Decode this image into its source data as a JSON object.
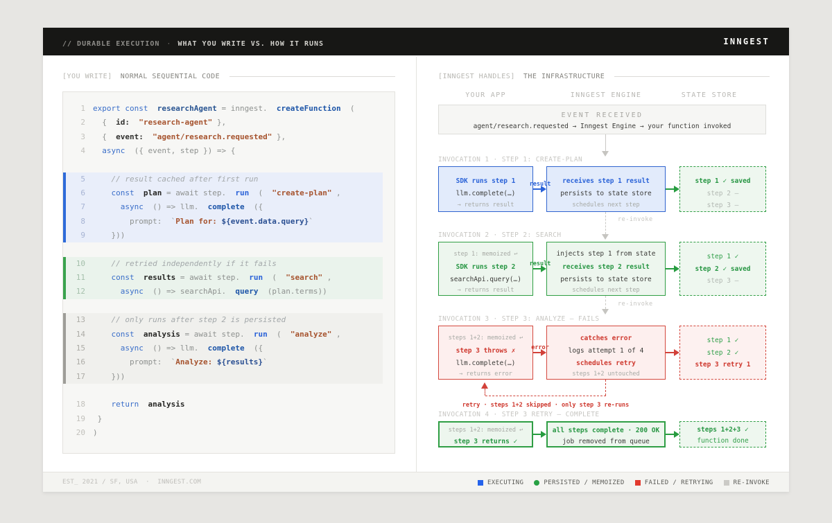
{
  "topbar": {
    "kicker_dim": "// DURABLE EXECUTION",
    "separator": "·",
    "kicker_bright": "WHAT YOU WRITE VS. HOW IT RUNS",
    "logo": "INNGEST"
  },
  "left_panel": {
    "tag": "[YOU WRITE]",
    "title": "NORMAL SEQUENTIAL CODE",
    "code": {
      "blocks": [
        {
          "type": "plain",
          "rows": [
            {
              "n": "1",
              "s": [
                [
                  "kw",
                  "export const"
                ],
                [
                  "pl",
                  "  "
                ],
                [
                  "id",
                  "researchAgent"
                ],
                [
                  "pl",
                  " = inngest.  "
                ],
                [
                  "fn",
                  "createFunction"
                ],
                [
                  "pl",
                  "  ("
                ]
              ]
            },
            {
              "n": "2",
              "s": [
                [
                  "pl",
                  "  {  "
                ],
                [
                  "key",
                  "id:"
                ],
                [
                  "pl",
                  "  "
                ],
                [
                  "str",
                  "\"research-agent\""
                ],
                [
                  "pl",
                  " },"
                ]
              ]
            },
            {
              "n": "3",
              "s": [
                [
                  "pl",
                  "  {  "
                ],
                [
                  "key",
                  "event:"
                ],
                [
                  "pl",
                  "  "
                ],
                [
                  "str",
                  "\"agent/research.requested\""
                ],
                [
                  "pl",
                  " },"
                ]
              ]
            },
            {
              "n": "4",
              "s": [
                [
                  "pl",
                  "  "
                ],
                [
                  "kw",
                  "async"
                ],
                [
                  "pl",
                  "  ({ event, step }) => {"
                ]
              ]
            },
            {
              "n": "",
              "s": []
            }
          ]
        },
        {
          "type": "blue",
          "rows": [
            {
              "n": "5",
              "s": [
                [
                  "pl",
                  "    "
                ],
                [
                  "cm",
                  "// result cached after first run"
                ]
              ]
            },
            {
              "n": "6",
              "s": [
                [
                  "pl",
                  "    "
                ],
                [
                  "kw",
                  "const"
                ],
                [
                  "pl",
                  "  "
                ],
                [
                  "var",
                  "plan"
                ],
                [
                  "pl",
                  " = await step.  "
                ],
                [
                  "fn2",
                  "run"
                ],
                [
                  "pl",
                  "  (  "
                ],
                [
                  "str",
                  "\"create-plan\""
                ],
                [
                  "pl",
                  " ,"
                ]
              ]
            },
            {
              "n": "7",
              "s": [
                [
                  "pl",
                  "      "
                ],
                [
                  "kw",
                  "async"
                ],
                [
                  "pl",
                  "  () => llm.  "
                ],
                [
                  "fn",
                  "complete"
                ],
                [
                  "pl",
                  "  ({"
                ]
              ]
            },
            {
              "n": "8",
              "s": [
                [
                  "pl",
                  "        prompt:  `"
                ],
                [
                  "strt",
                  "Plan for: "
                ],
                [
                  "expr",
                  "${event.data.query}"
                ],
                [
                  "pl",
                  "`"
                ]
              ]
            },
            {
              "n": "9",
              "s": [
                [
                  "pl",
                  "    }))"
                ]
              ]
            }
          ]
        },
        {
          "type": "plain",
          "rows": [
            {
              "n": "",
              "s": []
            }
          ]
        },
        {
          "type": "green",
          "rows": [
            {
              "n": "10",
              "s": [
                [
                  "pl",
                  "    "
                ],
                [
                  "cm",
                  "// retried independently if it fails"
                ]
              ]
            },
            {
              "n": "11",
              "s": [
                [
                  "pl",
                  "    "
                ],
                [
                  "kw",
                  "const"
                ],
                [
                  "pl",
                  "  "
                ],
                [
                  "var",
                  "results"
                ],
                [
                  "pl",
                  " = await step.  "
                ],
                [
                  "fn2",
                  "run"
                ],
                [
                  "pl",
                  "  (  "
                ],
                [
                  "str",
                  "\"search\""
                ],
                [
                  "pl",
                  " ,"
                ]
              ]
            },
            {
              "n": "12",
              "s": [
                [
                  "pl",
                  "      "
                ],
                [
                  "kw",
                  "async"
                ],
                [
                  "pl",
                  "  () => searchApi.  "
                ],
                [
                  "fn",
                  "query"
                ],
                [
                  "pl",
                  "  (plan.terms))"
                ]
              ]
            }
          ]
        },
        {
          "type": "plain",
          "rows": [
            {
              "n": "",
              "s": []
            }
          ]
        },
        {
          "type": "gray",
          "rows": [
            {
              "n": "13",
              "s": [
                [
                  "pl",
                  "    "
                ],
                [
                  "cm",
                  "// only runs after step 2 is persisted"
                ]
              ]
            },
            {
              "n": "14",
              "s": [
                [
                  "pl",
                  "    "
                ],
                [
                  "kw",
                  "const"
                ],
                [
                  "pl",
                  "  "
                ],
                [
                  "var",
                  "analysis"
                ],
                [
                  "pl",
                  " = await step.  "
                ],
                [
                  "fn2",
                  "run"
                ],
                [
                  "pl",
                  "  (  "
                ],
                [
                  "str",
                  "\"analyze\""
                ],
                [
                  "pl",
                  " ,"
                ]
              ]
            },
            {
              "n": "15",
              "s": [
                [
                  "pl",
                  "      "
                ],
                [
                  "kw",
                  "async"
                ],
                [
                  "pl",
                  "  () => llm.  "
                ],
                [
                  "fn",
                  "complete"
                ],
                [
                  "pl",
                  "  ({"
                ]
              ]
            },
            {
              "n": "16",
              "s": [
                [
                  "pl",
                  "        prompt:  `"
                ],
                [
                  "strt",
                  "Analyze: "
                ],
                [
                  "expr",
                  "${results}"
                ],
                [
                  "pl",
                  "`"
                ]
              ]
            },
            {
              "n": "17",
              "s": [
                [
                  "pl",
                  "    }))"
                ]
              ]
            }
          ]
        },
        {
          "type": "plain",
          "rows": [
            {
              "n": "",
              "s": []
            },
            {
              "n": "18",
              "s": [
                [
                  "pl",
                  "    "
                ],
                [
                  "kw",
                  "return"
                ],
                [
                  "pl",
                  "  "
                ],
                [
                  "var",
                  "analysis"
                ]
              ]
            },
            {
              "n": "19",
              "s": [
                [
                  "pl",
                  " }"
                ]
              ]
            },
            {
              "n": "20",
              "s": [
                [
                  "pl",
                  ")"
                ]
              ]
            }
          ]
        }
      ]
    }
  },
  "right_panel": {
    "tag": "[INNGEST HANDLES]",
    "title": "THE INFRASTRUCTURE",
    "columns": [
      "YOUR APP",
      "INNGEST ENGINE",
      "STATE STORE"
    ],
    "event": {
      "heading": "EVENT RECEIVED",
      "message": "agent/research.requested → Inngest Engine → your function invoked"
    },
    "reinvoke_label": "re-invoke",
    "retry_label": "retry · steps 1+2 skipped · only step 3 re-runs",
    "invocations": [
      {
        "label": "INVOCATION 1 · STEP 1: CREATE-PLAN",
        "color": "blue",
        "store_color": "green",
        "thick": false,
        "arrow1_label": "result",
        "arrow1_color": "blue",
        "arrow2_color": "green",
        "app": [
          {
            "c": "tl-blue lh19",
            "t": "SDK runs step 1"
          },
          {
            "c": "ln-dark lh18",
            "t": "llm.complete(…)"
          },
          {
            "c": "ln-grays lh14",
            "t": "→ returns result"
          }
        ],
        "engine": [
          {
            "c": "tl-blue lh19",
            "t": "receives step 1 result"
          },
          {
            "c": "ln-dark lh18",
            "t": "persists to state store"
          },
          {
            "c": "ln-grays lh14",
            "t": "schedules next step"
          }
        ],
        "store": [
          {
            "c": "tl-green lh19",
            "t": "step 1 ✓ saved"
          },
          {
            "c": "ln-graym lh17",
            "t": "step 2 —"
          },
          {
            "c": "ln-graym lh17",
            "t": "step 3 —"
          }
        ]
      },
      {
        "label": "INVOCATION 2 · STEP 2: SEARCH",
        "color": "green",
        "store_color": "green",
        "thick": false,
        "arrow1_label": "result",
        "arrow1_color": "green",
        "arrow2_color": "green",
        "app": [
          {
            "c": "ln-grays lh18",
            "t": "step 1: memoized ↩"
          },
          {
            "c": "tl-green lh19",
            "t": "SDK runs step 2"
          },
          {
            "c": "ln-dark lh18",
            "t": "searchApi.query(…)"
          },
          {
            "c": "ln-grays lh12",
            "t": "→ returns result"
          }
        ],
        "engine": [
          {
            "c": "ln-dark lh18",
            "t": "injects step 1 from state"
          },
          {
            "c": "tl-green lh19",
            "t": "receives step 2 result"
          },
          {
            "c": "ln-dark lh18",
            "t": "persists to state store"
          },
          {
            "c": "ln-grays lh12",
            "t": "schedules next step"
          }
        ],
        "store": [
          {
            "c": "ln-greenm lh19",
            "t": "step 1 ✓"
          },
          {
            "c": "tl-green lh17",
            "t": "step 2 ✓ saved"
          },
          {
            "c": "ln-graym lh17",
            "t": "step 3 —"
          }
        ]
      },
      {
        "label": "INVOCATION 3 · STEP 3: ANALYZE — FAILS",
        "color": "red",
        "store_color": "red",
        "thick": false,
        "arrow1_label": "error",
        "arrow1_color": "red",
        "arrow2_color": "red",
        "app": [
          {
            "c": "ln-grays lh18",
            "t": "steps 1+2: memoized ↩"
          },
          {
            "c": "tl-red lh19",
            "t": "step 3 throws ✗"
          },
          {
            "c": "ln-dark lh18",
            "t": "llm.complete(…)"
          },
          {
            "c": "ln-grays lh12",
            "t": "→ returns error"
          }
        ],
        "engine": [
          {
            "c": "tl-red lh19",
            "t": "catches error"
          },
          {
            "c": "ln-dark lh18",
            "t": "logs attempt 1 of 4"
          },
          {
            "c": "tl-red lh18",
            "t": "schedules retry"
          },
          {
            "c": "ln-grays lh12",
            "t": "steps 1+2 untouched"
          }
        ],
        "store": [
          {
            "c": "ln-greenm lh19",
            "t": "step 1 ✓"
          },
          {
            "c": "ln-greenm lh17",
            "t": "step 2 ✓"
          },
          {
            "c": "tl-red lh17",
            "t": "step 3 retry 1"
          }
        ]
      },
      {
        "label": "INVOCATION 4 · STEP 3 RETRY — COMPLETE",
        "color": "green",
        "store_color": "green",
        "thick": true,
        "arrow1_label": "",
        "arrow1_color": "green",
        "arrow2_color": "green",
        "app": [
          {
            "c": "ln-grays lh15",
            "t": "steps 1+2: memoized ↩"
          },
          {
            "c": "tl-green lh17",
            "t": "step 3 returns ✓"
          }
        ],
        "engine": [
          {
            "c": "tl-green lh15",
            "t": "all steps complete · 200 OK"
          },
          {
            "c": "ln-dark lh17",
            "t": "job removed from queue"
          }
        ],
        "store": [
          {
            "c": "tl-green lh15",
            "t": "steps 1+2+3 ✓"
          },
          {
            "c": "ln-greenm lh17",
            "t": "function done"
          }
        ]
      }
    ]
  },
  "footer": {
    "left": "EST_ 2021 / SF, USA  ·  INNGEST.COM",
    "legend": [
      {
        "label": "EXECUTING",
        "color": "#2563eb",
        "shape": "square"
      },
      {
        "label": "PERSISTED / MEMOIZED",
        "color": "#27a043",
        "shape": "circle"
      },
      {
        "label": "FAILED / RETRYING",
        "color": "#e23a2e",
        "shape": "square"
      },
      {
        "label": "RE-INVOKE",
        "color": "#cbcac6",
        "shape": "square"
      }
    ]
  },
  "colors": {
    "executing": "#2563eb",
    "persisted": "#27a043",
    "failed": "#e23a2e",
    "reinvoke": "#cbcac6",
    "topbar_bg": "#171715",
    "page_bg": "#e7e6e3"
  }
}
